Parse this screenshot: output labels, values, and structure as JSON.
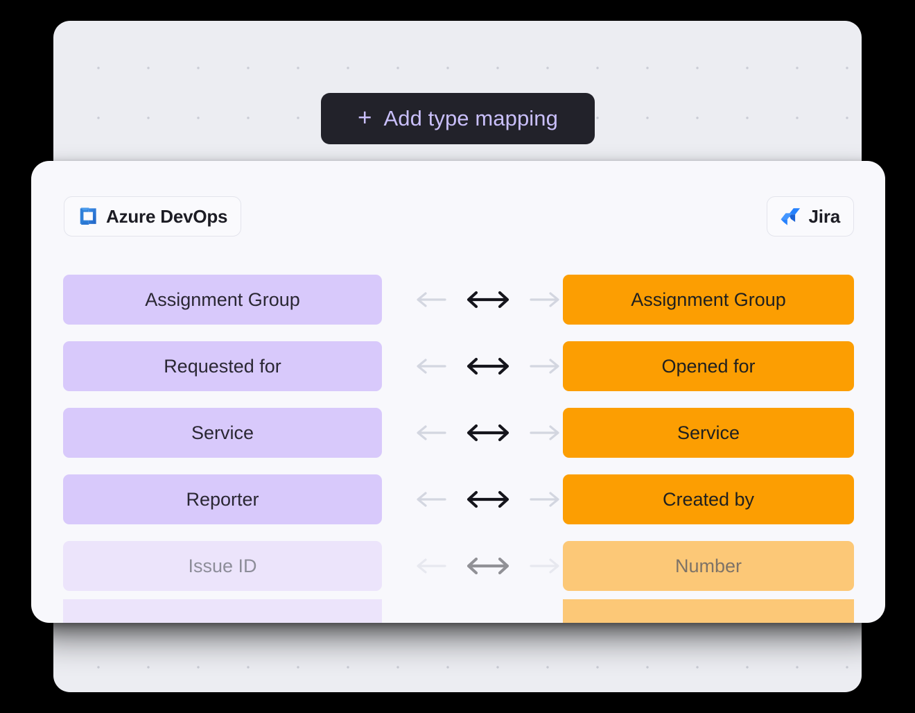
{
  "toolbar": {
    "add_mapping_label": "Add type mapping",
    "plus_icon": "plus-icon",
    "button_bg": "#22222a",
    "button_text_color": "#c9bffa"
  },
  "card": {
    "source_system": {
      "name": "Azure DevOps",
      "icon": "azure-devops-logo-icon",
      "brand_color": "#2e7fd9"
    },
    "target_system": {
      "name": "Jira",
      "icon": "jira-logo-icon",
      "brand_color": "#2681fd"
    },
    "colors": {
      "source_pill": "#d8c9fb",
      "target_pill": "#fc9e02",
      "source_pill_faded": "#ece4fb",
      "target_pill_faded": "#fcc877",
      "card_bg": "#f8f8fc",
      "panel_bg": "#ecedf2"
    },
    "arrow_icons": {
      "left": "arrow-left-icon",
      "bidirectional": "arrow-bidirectional-icon",
      "right": "arrow-right-icon"
    },
    "mappings": [
      {
        "source": "Assignment Group",
        "target": "Assignment Group",
        "state": "active"
      },
      {
        "source": "Requested for",
        "target": "Opened for",
        "state": "active"
      },
      {
        "source": "Service",
        "target": "Service",
        "state": "active"
      },
      {
        "source": "Reporter",
        "target": "Created by",
        "state": "active"
      },
      {
        "source": "Issue ID",
        "target": "Number",
        "state": "faded"
      },
      {
        "source": "",
        "target": "",
        "state": "faded"
      }
    ]
  }
}
